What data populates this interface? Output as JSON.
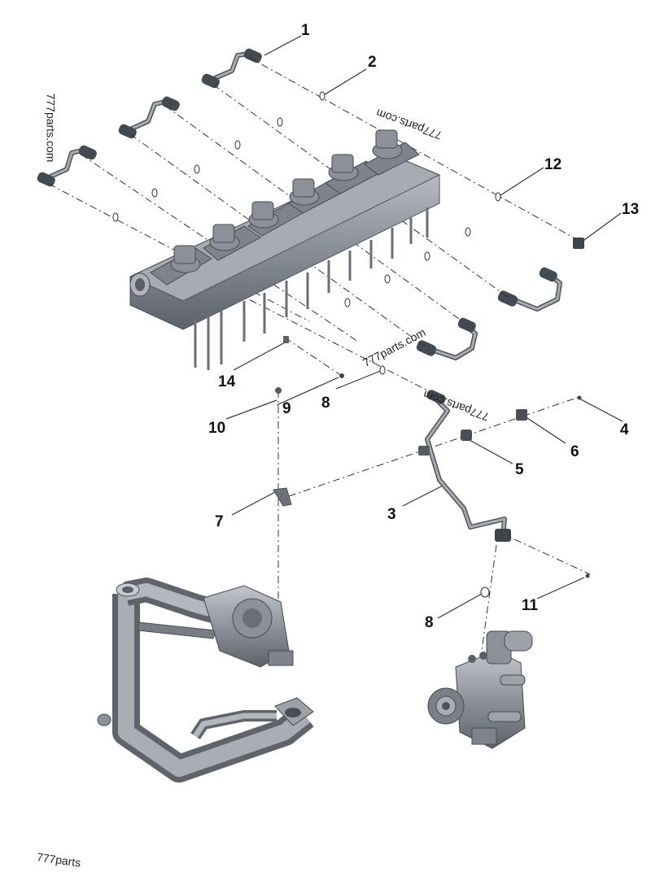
{
  "diagram": {
    "callouts": [
      {
        "id": "c1",
        "label": "1"
      },
      {
        "id": "c2",
        "label": "2"
      },
      {
        "id": "c3",
        "label": "3"
      },
      {
        "id": "c4",
        "label": "4"
      },
      {
        "id": "c5",
        "label": "5"
      },
      {
        "id": "c6",
        "label": "6"
      },
      {
        "id": "c7",
        "label": "7"
      },
      {
        "id": "c8a",
        "label": "8"
      },
      {
        "id": "c8b",
        "label": "8"
      },
      {
        "id": "c9",
        "label": "9"
      },
      {
        "id": "c10",
        "label": "10"
      },
      {
        "id": "c11",
        "label": "11"
      },
      {
        "id": "c12",
        "label": "12"
      },
      {
        "id": "c13",
        "label": "13"
      },
      {
        "id": "c14",
        "label": "14"
      }
    ],
    "watermarks": [
      {
        "id": "w1",
        "text": "777parts.com"
      },
      {
        "id": "w2",
        "text": "777parts.com"
      },
      {
        "id": "w3",
        "text": "777parts.com"
      },
      {
        "id": "w4",
        "text": "777parts.com"
      },
      {
        "id": "w5",
        "text": "777parts"
      }
    ],
    "colors": {
      "part": "#8e939b",
      "part_dark": "#5d626a",
      "part_light": "#b9bdc3",
      "leader": "#333333",
      "label": "#111111"
    }
  }
}
